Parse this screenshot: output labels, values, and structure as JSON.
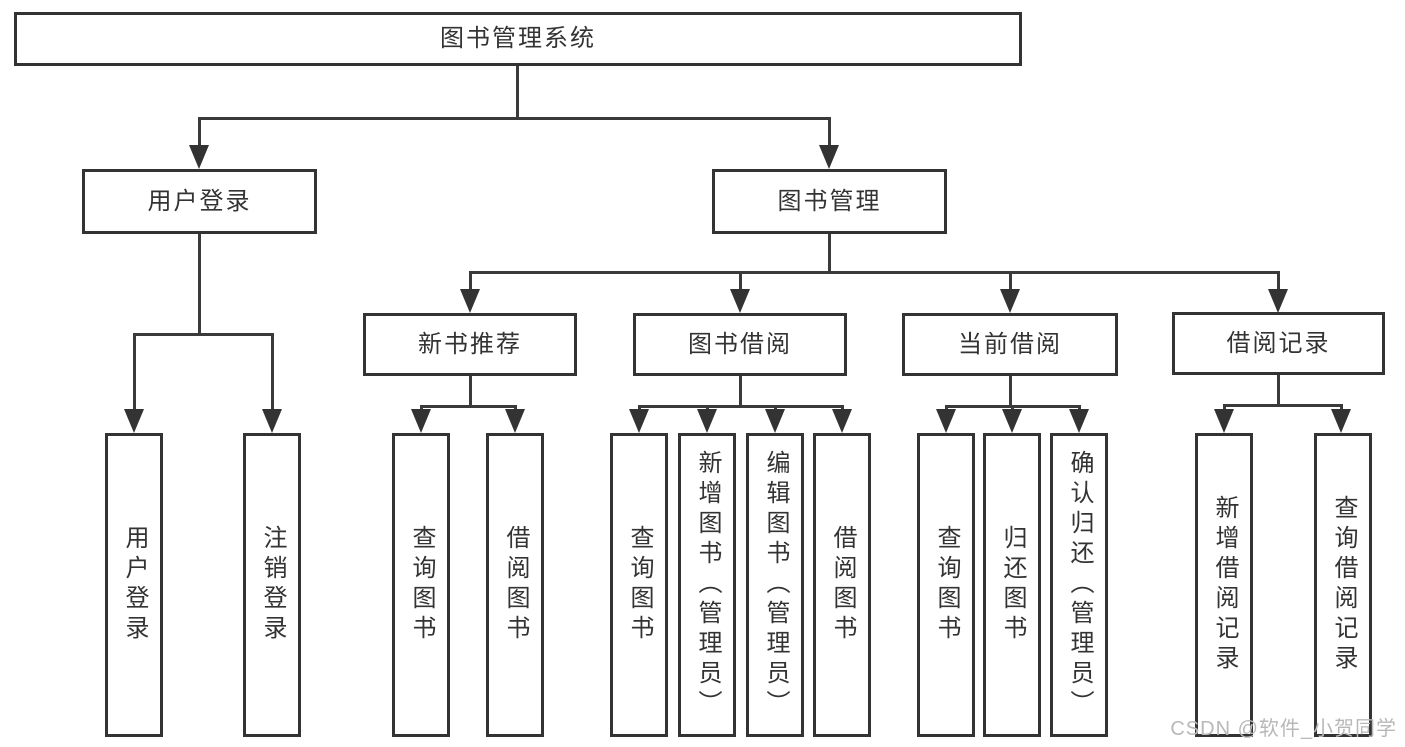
{
  "diagram": {
    "root": {
      "label": "图书管理系统"
    },
    "nodes": {
      "user_login": {
        "label": "用户登录",
        "children": [
          "用户登录",
          "注销登录"
        ]
      },
      "book_management": {
        "label": "图书管理"
      },
      "new_book_recommend": {
        "label": "新书推荐",
        "children": [
          "查询图书",
          "借阅图书"
        ]
      },
      "book_borrowing": {
        "label": "图书借阅",
        "children": [
          "查询图书",
          "新增图书（管理员）",
          "编辑图书（管理员）",
          "借阅图书"
        ]
      },
      "current_borrowing": {
        "label": "当前借阅",
        "children": [
          "查询图书",
          "归还图书",
          "确认归还（管理员）"
        ]
      },
      "borrowing_records": {
        "label": "借阅记录",
        "children": [
          "新增借阅记录",
          "查询借阅记录"
        ]
      }
    }
  },
  "watermark": {
    "text": "CSDN @软件_小贺同学"
  },
  "colors": {
    "line": "#3a3a3a",
    "box_border": "#333333",
    "text": "#333333",
    "background": "#ffffff",
    "watermark": "#b8b8b8"
  }
}
